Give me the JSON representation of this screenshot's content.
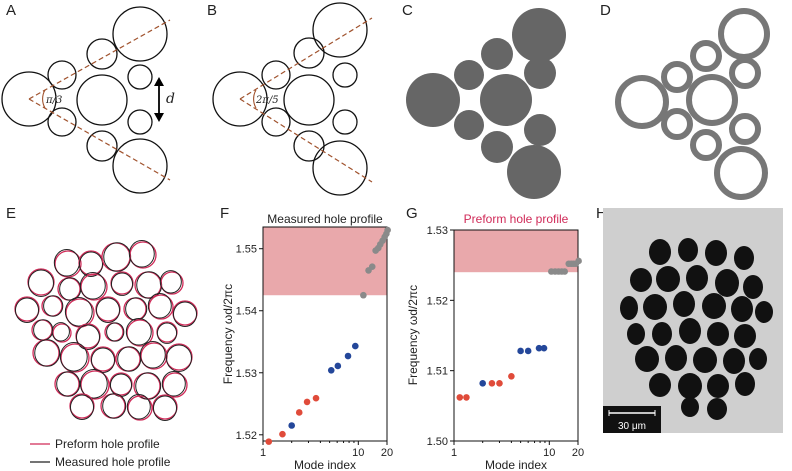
{
  "colors": {
    "red": "#e04b3a",
    "blue": "#24479a",
    "gray": "#8a8a8a",
    "band": "#e9a8ab",
    "pink": "#d02a58",
    "dark": "#222222",
    "filled": "#666666",
    "ring": "#777777",
    "sem_bg": "#cfcfcf"
  },
  "panels": {
    "A": {
      "label": "A",
      "angle_label": "π/3",
      "d_label": "d"
    },
    "B": {
      "label": "B",
      "angle_label": "2π/5"
    },
    "C": {
      "label": "C"
    },
    "D": {
      "label": "D"
    },
    "E": {
      "label": "E"
    },
    "F": {
      "label": "F"
    },
    "G": {
      "label": "G"
    },
    "H": {
      "label": "H",
      "scale_bar": "30 μm"
    }
  },
  "legend_e": {
    "preform": "Preform hole profile",
    "measured": "Measured hole profile"
  },
  "chart_data": [
    {
      "type": "scatter",
      "panel": "F",
      "title": "Measured hole profile",
      "xlabel": "Mode index",
      "ylabel": "Frequency  ωd/2πc",
      "x_scale": "log",
      "xlim": [
        1,
        20
      ],
      "ylim": [
        1.519,
        1.5535
      ],
      "xticks": [
        1,
        10,
        20
      ],
      "yticks": [
        1.52,
        1.53,
        1.54,
        1.55
      ],
      "band": [
        1.5425,
        1.5535
      ],
      "series": [
        {
          "color": "red",
          "points": [
            [
              1.15,
              1.5189
            ],
            [
              1.6,
              1.5201
            ],
            [
              2.4,
              1.5236
            ],
            [
              2.9,
              1.5253
            ],
            [
              3.6,
              1.5259
            ]
          ]
        },
        {
          "color": "blue",
          "points": [
            [
              2.0,
              1.5215
            ],
            [
              5.2,
              1.5304
            ],
            [
              6.1,
              1.5311
            ],
            [
              7.8,
              1.5327
            ],
            [
              9.3,
              1.5343
            ]
          ]
        },
        {
          "color": "gray",
          "points": [
            [
              11.3,
              1.5425
            ],
            [
              12.8,
              1.5465
            ],
            [
              14.0,
              1.5471
            ],
            [
              15.2,
              1.5497
            ],
            [
              16.2,
              1.5501
            ],
            [
              17.0,
              1.5507
            ],
            [
              18.0,
              1.5513
            ],
            [
              18.9,
              1.5519
            ],
            [
              19.7,
              1.5524
            ],
            [
              20.3,
              1.553
            ]
          ]
        }
      ]
    },
    {
      "type": "scatter",
      "panel": "G",
      "title": "Preform hole profile",
      "xlabel": "Mode index",
      "ylabel": "Frequency  ωd/2πc",
      "x_scale": "log",
      "xlim": [
        1,
        20
      ],
      "ylim": [
        1.5,
        1.53
      ],
      "xticks": [
        1,
        10,
        20
      ],
      "yticks": [
        1.5,
        1.51,
        1.52,
        1.53
      ],
      "band": [
        1.524,
        1.53
      ],
      "series": [
        {
          "color": "red",
          "points": [
            [
              1.15,
              1.5062
            ],
            [
              1.35,
              1.5062
            ],
            [
              2.5,
              1.5082
            ],
            [
              3.0,
              1.5082
            ],
            [
              4.0,
              1.5092
            ]
          ]
        },
        {
          "color": "blue",
          "points": [
            [
              2.0,
              1.5082
            ],
            [
              5.0,
              1.5128
            ],
            [
              6.0,
              1.5128
            ],
            [
              7.8,
              1.5132
            ],
            [
              8.8,
              1.5132
            ]
          ]
        },
        {
          "color": "gray",
          "points": [
            [
              10.5,
              1.5241
            ],
            [
              11.5,
              1.5241
            ],
            [
              12.5,
              1.5241
            ],
            [
              13.5,
              1.5241
            ],
            [
              14.5,
              1.5241
            ],
            [
              16.0,
              1.5252
            ],
            [
              17.0,
              1.5252
            ],
            [
              18.0,
              1.5252
            ],
            [
              19.0,
              1.5252
            ],
            [
              20.3,
              1.5256
            ]
          ]
        }
      ]
    }
  ]
}
